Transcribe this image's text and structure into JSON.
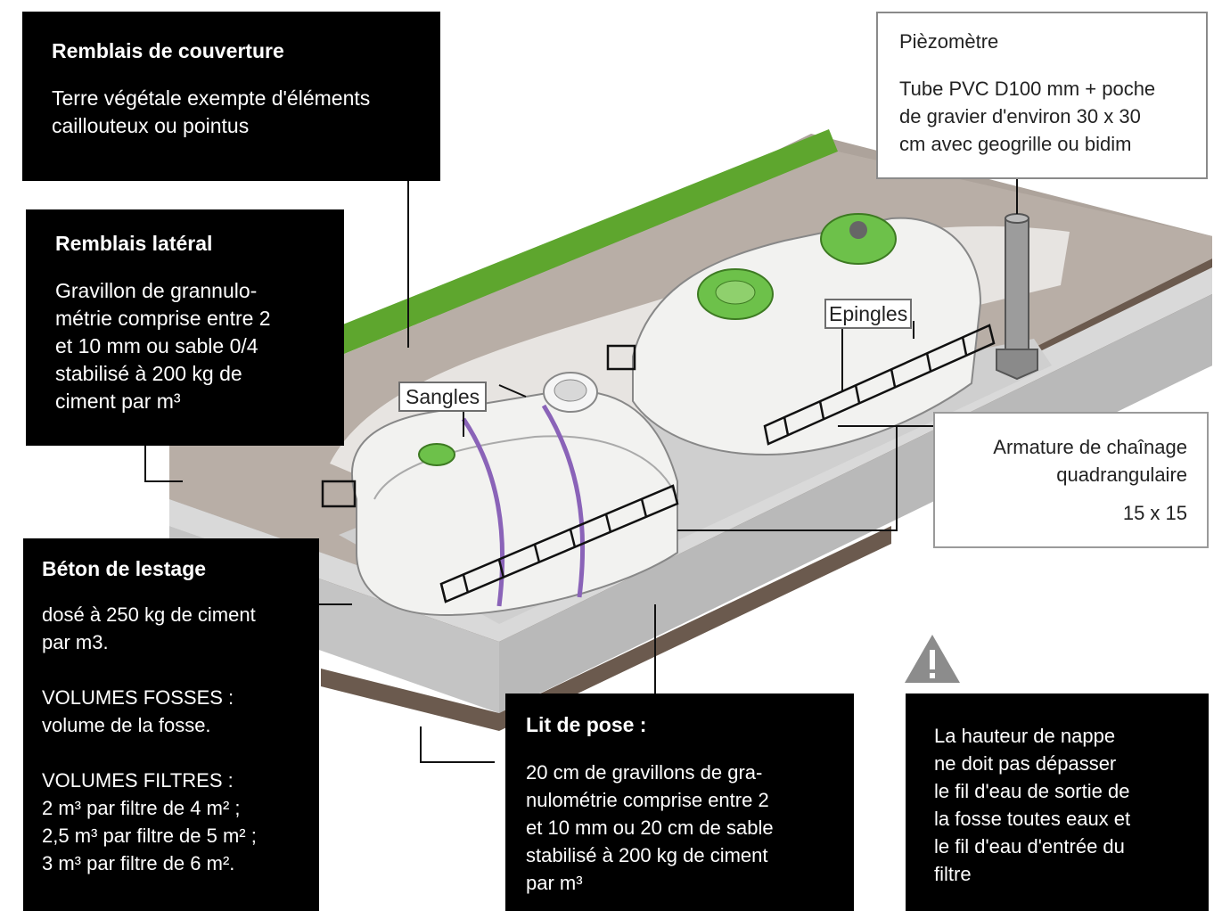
{
  "callouts": {
    "remblais_couverture": {
      "title": "Remblais de couverture",
      "body": "Terre végétale exempte d'éléments caillouteux ou pointus"
    },
    "remblais_lateral": {
      "title": "Remblais latéral",
      "body": "Gravillon de grannulo-\nmétrie comprise entre 2\net 10 mm ou sable 0/4\nstabilisé à 200 kg de\nciment par m³"
    },
    "beton_lestage": {
      "title": "Béton de lestage",
      "body": "dosé à 250 kg de ciment\npar m3.\n\nVOLUMES FOSSES :\nvolume de la fosse.\n\nVOLUMES  FILTRES :\n2 m³ par filtre de 4 m² ;\n2,5 m³ par filtre de 5 m² ;\n3 m³ par filtre de 6 m²."
    },
    "lit_de_pose": {
      "title": "Lit de pose :",
      "body": "20 cm de gravillons de gra-\nnulométrie comprise entre 2\net 10 mm ou 20 cm de sable\nstabilisé à 200 kg de ciment\npar m³"
    },
    "piezometre": {
      "title": "Pièzomètre",
      "body": "Tube PVC D100 mm + poche\nde gravier d'environ 30 x 30\ncm avec geogrille ou bidim"
    },
    "armature": {
      "title": "Armature de chaînage\nquadrangulaire",
      "size": "15 x 15"
    },
    "nappe": {
      "body": "La hauteur de nappe\nne doit pas dépasser\nle fil d'eau de sortie de\nla fosse toutes eaux et\nle fil d'eau d'entrée du\nfiltre"
    }
  },
  "labels": {
    "sangles": "Sangles",
    "epingles": "Epingles"
  },
  "warning_icon": "warning-triangle-icon",
  "colors": {
    "callout_dark": "#000000",
    "grass": "#5ea62e",
    "soil_top": "#b8aea6",
    "soil_side": "#6b5a4e",
    "concrete": "#d4d4d4",
    "cover_green": "#6dc14a",
    "strap": "#8a63b8"
  }
}
